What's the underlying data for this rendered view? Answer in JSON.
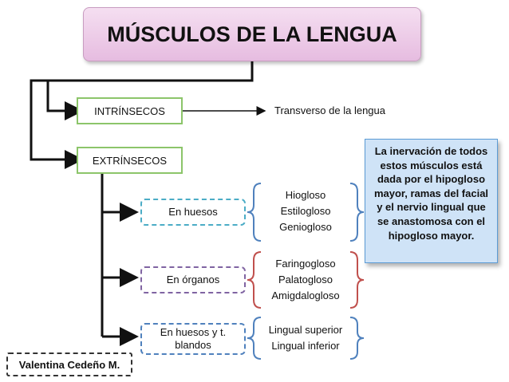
{
  "title": "MÚSCULOS DE LA LENGUA",
  "intrinsecos": {
    "label": "INTRÍNSECOS",
    "result": "Transverso de la lengua"
  },
  "extrinsecos": {
    "label": "EXTRÍNSECOS",
    "groups": [
      {
        "label": "En huesos",
        "items": [
          "Hiogloso",
          "Estilogloso",
          "Geniogloso"
        ],
        "color": "#4bacc6"
      },
      {
        "label": "En órganos",
        "items": [
          "Faringogloso",
          "Palatogloso",
          "Amigdalogloso"
        ],
        "color": "#8064a2"
      },
      {
        "label": "En huesos y t. blandos",
        "items": [
          "Lingual superior",
          "Lingual inferior"
        ],
        "color": "#4f81bd"
      }
    ]
  },
  "note": "La inervación de todos estos músculos está dada por el hipogloso mayor, ramas del facial y el nervio lingual que se anastomosa con el hipogloso mayor.",
  "author": "Valentina Cedeño M.",
  "colors": {
    "title_bg": "#e6bce0",
    "category_border": "#8cc56a",
    "brace_blue": "#4f81bd",
    "brace_red": "#c0504d",
    "note_bg": "#cfe3f7"
  }
}
